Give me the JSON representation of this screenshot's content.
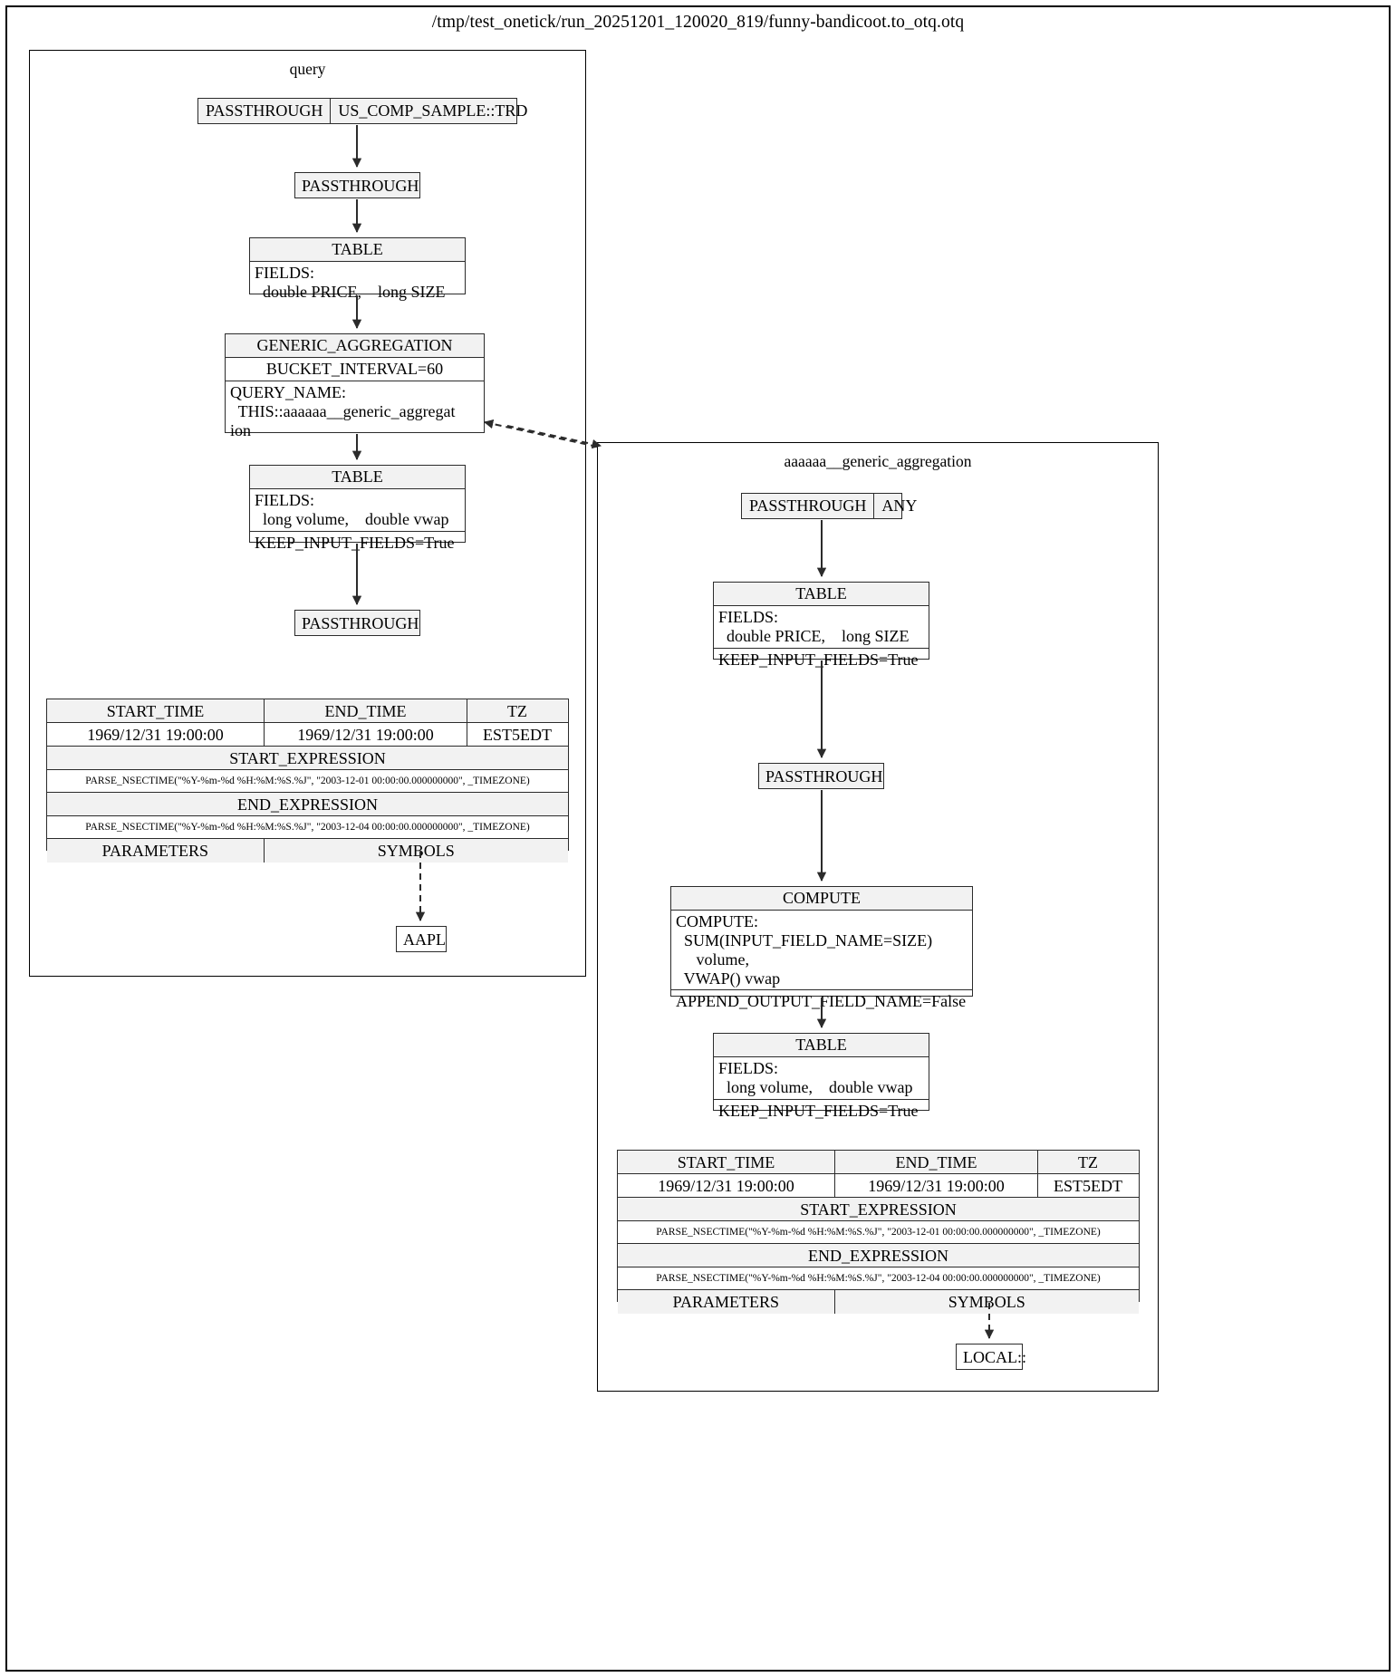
{
  "title": "/tmp/test_onetick/run_20251201_120020_819/funny-bandicoot.to_otq.otq",
  "clusters": {
    "query": {
      "label": "query",
      "nodes": {
        "source": {
          "op": "PASSTHROUGH",
          "db": "US_COMP_SAMPLE::TRD"
        },
        "passthrough1": {
          "label": "PASSTHROUGH"
        },
        "table1": {
          "header": "TABLE",
          "body": "FIELDS:\n  double PRICE,    long SIZE"
        },
        "generic_aggregation": {
          "header": "GENERIC_AGGREGATION",
          "bucket": "BUCKET_INTERVAL=60",
          "query_name": "QUERY_NAME:\n  THIS::aaaaaa__generic_aggregat\nion"
        },
        "table2": {
          "header": "TABLE",
          "body": "FIELDS:\n  long volume,    double vwap",
          "keep": "KEEP_INPUT_FIELDS=True"
        },
        "passthrough2": {
          "label": "PASSTHROUGH"
        },
        "symbol": {
          "label": "AAPL"
        }
      },
      "time_table": {
        "headers": [
          "START_TIME",
          "END_TIME",
          "TZ"
        ],
        "values": [
          "1969/12/31 19:00:00",
          "1969/12/31 19:00:00",
          "EST5EDT"
        ],
        "start_expression_label": "START_EXPRESSION",
        "start_expression": "PARSE_NSECTIME(\"%Y-%m-%d %H:%M:%S.%J\", \"2003-12-01 00:00:00.000000000\", _TIMEZONE)",
        "end_expression_label": "END_EXPRESSION",
        "end_expression": "PARSE_NSECTIME(\"%Y-%m-%d %H:%M:%S.%J\", \"2003-12-04 00:00:00.000000000\", _TIMEZONE)",
        "parameters_label": "PARAMETERS",
        "symbols_label": "SYMBOLS"
      }
    },
    "aggregation": {
      "label": "aaaaaa__generic_aggregation",
      "nodes": {
        "source": {
          "op": "PASSTHROUGH",
          "db": "ANY"
        },
        "table1": {
          "header": "TABLE",
          "body": "FIELDS:\n  double PRICE,    long SIZE",
          "keep": "KEEP_INPUT_FIELDS=True"
        },
        "passthrough1": {
          "label": "PASSTHROUGH"
        },
        "compute": {
          "header": "COMPUTE",
          "body": "COMPUTE:\n  SUM(INPUT_FIELD_NAME=SIZE)\n     volume,\n  VWAP() vwap",
          "append": "APPEND_OUTPUT_FIELD_NAME=False"
        },
        "table2": {
          "header": "TABLE",
          "body": "FIELDS:\n  long volume,    double vwap",
          "keep": "KEEP_INPUT_FIELDS=True"
        },
        "symbol": {
          "label": "LOCAL::"
        }
      },
      "time_table": {
        "headers": [
          "START_TIME",
          "END_TIME",
          "TZ"
        ],
        "values": [
          "1969/12/31 19:00:00",
          "1969/12/31 19:00:00",
          "EST5EDT"
        ],
        "start_expression_label": "START_EXPRESSION",
        "start_expression": "PARSE_NSECTIME(\"%Y-%m-%d %H:%M:%S.%J\", \"2003-12-01 00:00:00.000000000\", _TIMEZONE)",
        "end_expression_label": "END_EXPRESSION",
        "end_expression": "PARSE_NSECTIME(\"%Y-%m-%d %H:%M:%S.%J\", \"2003-12-04 00:00:00.000000000\", _TIMEZONE)",
        "parameters_label": "PARAMETERS",
        "symbols_label": "SYMBOLS"
      }
    }
  },
  "colors": {
    "node_header_fill": "#f2f2f2",
    "node_fill": "#ffffff",
    "stroke": "#2b2b2b",
    "background": "#ffffff"
  }
}
